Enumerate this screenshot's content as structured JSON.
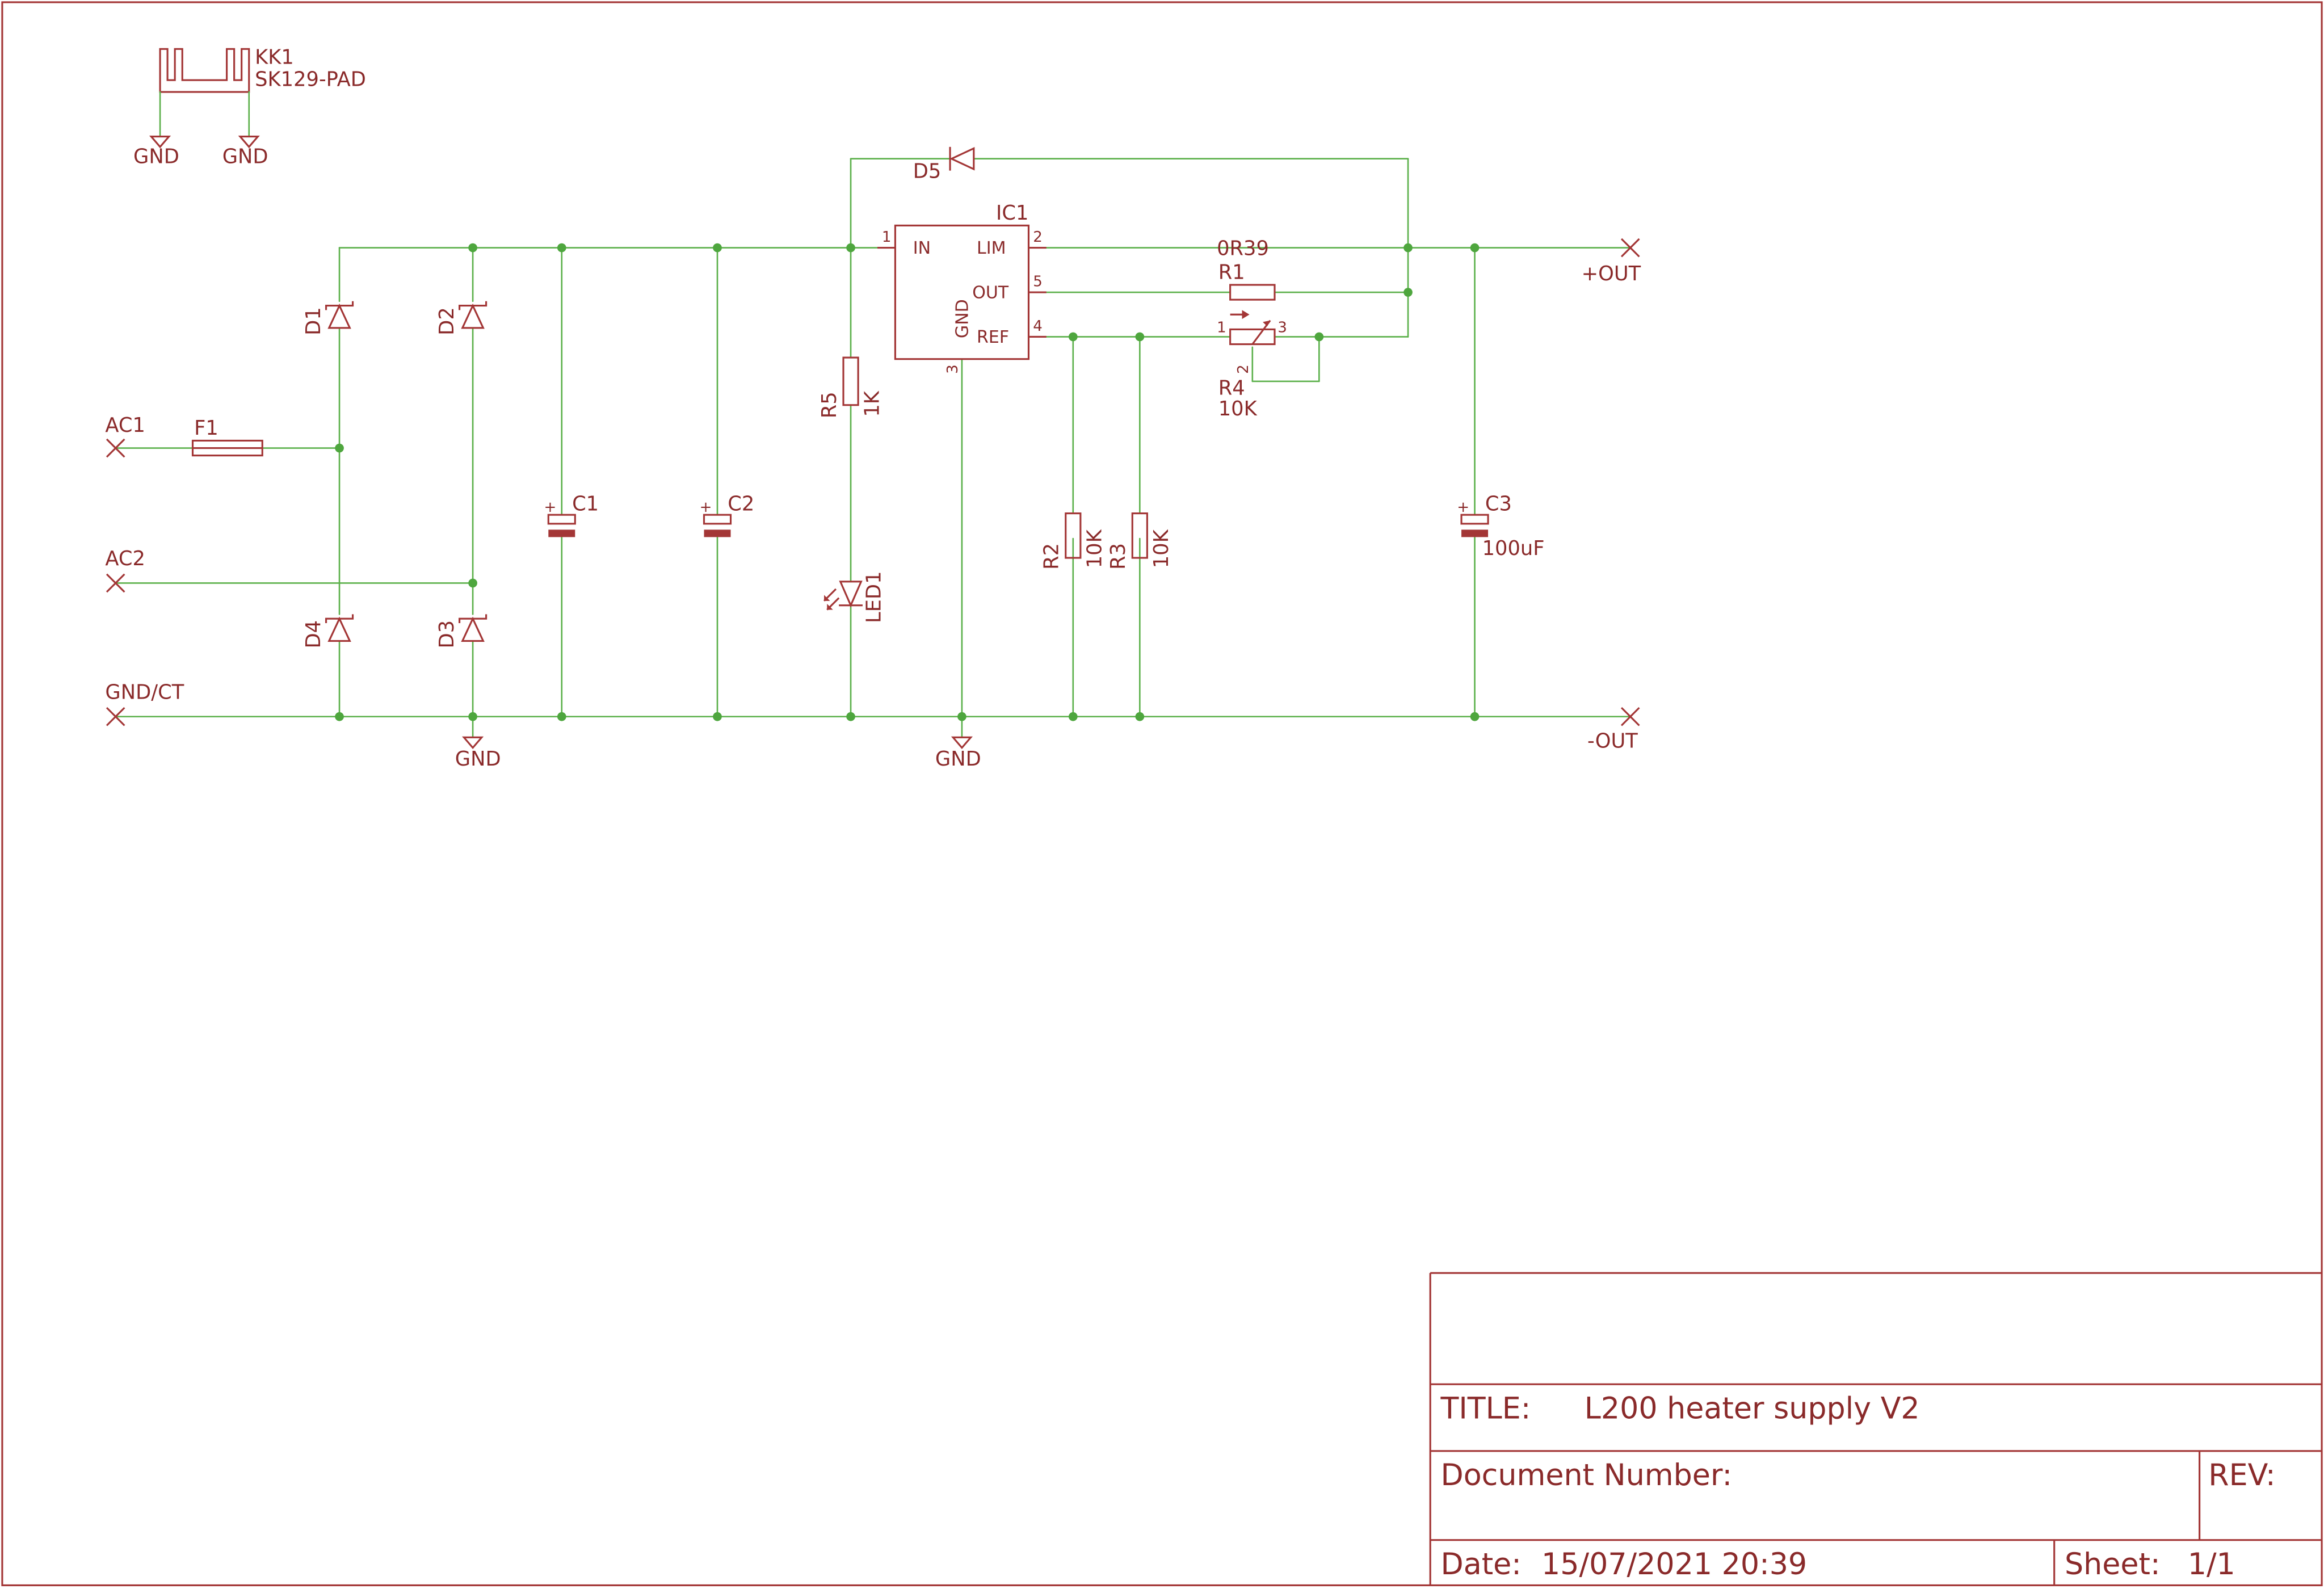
{
  "components": {
    "kk1_ref": "KK1",
    "kk1_value": "SK129-PAD",
    "f1": "F1",
    "d1": "D1",
    "d2": "D2",
    "d3": "D3",
    "d4": "D4",
    "d5": "D5",
    "c1": "C1",
    "c2": "C2",
    "c3": "C3",
    "c3_value": "100uF",
    "r1": "R1",
    "r1_value": "0R39",
    "r2": "R2",
    "r2_value": "10K",
    "r3": "R3",
    "r3_value": "10K",
    "r4": "R4",
    "r4_value": "10K",
    "r5": "R5",
    "r5_value": "1K",
    "led1": "LED1",
    "ic1": "IC1"
  },
  "ic1_pins": {
    "in_label": "IN",
    "lim_label": "LIM",
    "out_label": "OUT",
    "ref_label": "REF",
    "gnd_label": "GND",
    "in_num": "1",
    "lim_num": "2",
    "gnd_num": "3",
    "ref_num": "4",
    "out_num": "5"
  },
  "r4_pins": {
    "p1": "1",
    "p2": "2",
    "p3": "3"
  },
  "nets": {
    "ac1": "AC1",
    "ac2": "AC2",
    "gnd_ct": "GND/CT",
    "plus_out": "+OUT",
    "minus_out": "-OUT",
    "gnd": "GND"
  },
  "title_block": {
    "title_label": "TITLE:",
    "title_value": "L200 heater supply V2",
    "document_number_label": "Document Number:",
    "rev_label": "REV:",
    "date_label": "Date:",
    "date_value": "15/07/2021 20:39",
    "sheet_label": "Sheet:",
    "sheet_value": "1/1"
  },
  "colors": {
    "wire": "#5bb04a",
    "junction": "#4ea63e",
    "component": "#a33636",
    "text": "#8a2a2a",
    "frame": "#a33636",
    "background": "#ffffff"
  }
}
